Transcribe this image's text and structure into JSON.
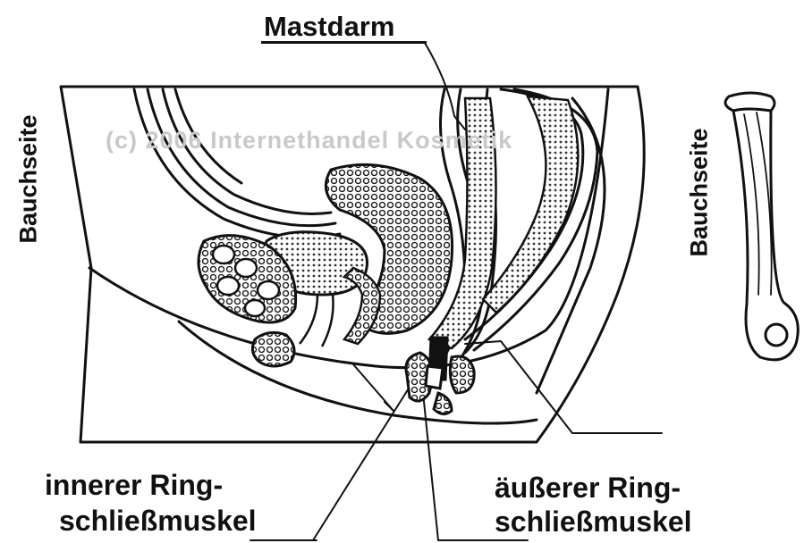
{
  "diagram": {
    "labels": {
      "rectum": "Mastdarm",
      "belly_side_left": "Bauchseite",
      "belly_side_right": "Bauchseite",
      "inner_sphincter_line1": "innerer Ring-",
      "inner_sphincter_line2": "schließmuskel",
      "outer_sphincter_line1": "äußerer Ring-",
      "outer_sphincter_line2": "schließmuskel"
    },
    "watermark": "(c) 2006 Internethandel Kosmetik",
    "colors": {
      "ink": "#111111",
      "watermark": "#c9c9c9",
      "background": "#ffffff"
    }
  }
}
